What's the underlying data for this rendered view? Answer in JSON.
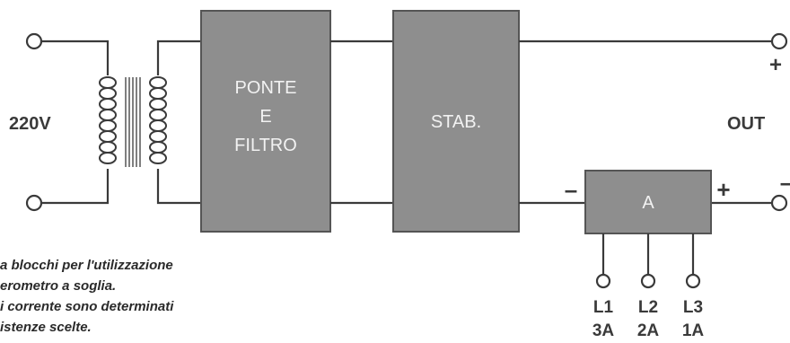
{
  "input_label": "220V",
  "output_label": "OUT",
  "plus_top": "+",
  "plus_right": "+",
  "minus_left": "–",
  "minus_right": "–",
  "blocks": {
    "bridge_filter": [
      "PONTE",
      "E",
      "FILTRO"
    ],
    "stabilizer": "STAB.",
    "ammeter": "A"
  },
  "leads": [
    {
      "name": "L1",
      "current": "3A"
    },
    {
      "name": "L2",
      "current": "2A"
    },
    {
      "name": "L3",
      "current": "1A"
    }
  ],
  "caption_lines": [
    "a blocchi per l'utilizzazione",
    "erometro a soglia.",
    "i corrente sono determinati",
    "istenze scelte."
  ],
  "colors": {
    "block_fill": "#8e8e8e",
    "line": "#3a3a3a"
  }
}
